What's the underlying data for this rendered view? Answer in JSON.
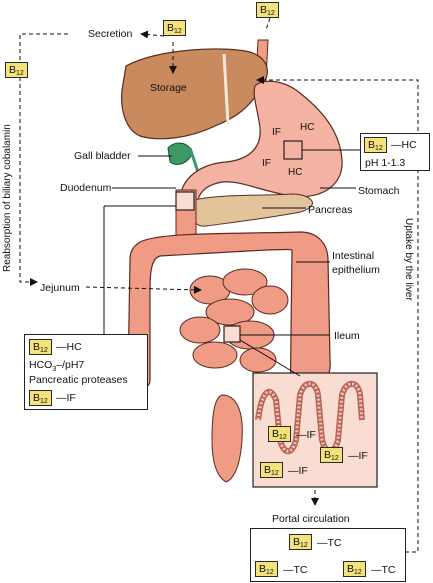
{
  "b12": {
    "letter": "B",
    "sub": "12"
  },
  "labels": {
    "secretion": "Secretion",
    "storage": "Storage",
    "gall_bladder": "Gall bladder",
    "duodenum": "Duodenum",
    "pancreas": "Pancreas",
    "stomach": "Stomach",
    "intestinal_epithelium_line1": "Intestinal",
    "intestinal_epithelium_line2": "epithelium",
    "jejunum": "Jejunum",
    "ileum": "Ileum",
    "portal_circulation": "Portal circulation",
    "reabsorption": "Reabsorption of biliary cobalamin",
    "uptake": "Uptake by the liver",
    "stomach_if_1": "IF",
    "stomach_hc_1": "HC",
    "stomach_if_2": "IF",
    "stomach_hc_2": "HC"
  },
  "stomach_box": {
    "complex": "—HC",
    "ph": "pH 1-1.3"
  },
  "duodenum_box": {
    "complex_hc": "—HC",
    "bicarb": "HCO",
    "bicarb_sub": "3",
    "bicarb_rest": "–/pH7",
    "proteases": "Pancreatic proteases",
    "complex_if": "—IF"
  },
  "ileum_box": {
    "if_1": "—IF",
    "if_2": "—IF",
    "if_3": "—IF"
  },
  "portal_box": {
    "tc_1": "—TC",
    "tc_2": "—TC",
    "tc_3": "—TC"
  },
  "colors": {
    "liver": "#c98a5e",
    "organ": "#ef9b85",
    "stomach": "#f4b3a2",
    "gall": "#3d9a64",
    "pancreas": "#e3c49a",
    "b12": "#f6e27a",
    "ileum_bg": "#f9dcd2"
  }
}
